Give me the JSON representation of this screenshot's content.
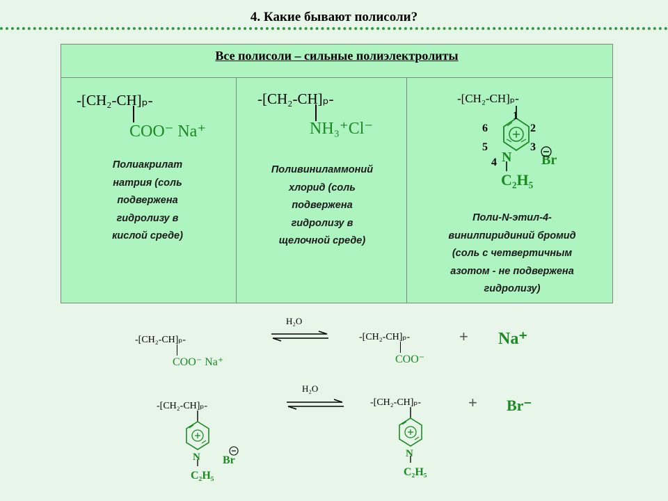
{
  "title": "4. Какие бывают полисоли?",
  "table": {
    "header": "Все  полисоли – сильные полиэлектролиты",
    "col1": {
      "chain": "-[CH₂-CH]ₚ-",
      "group": "COO⁻ Na⁺",
      "description": [
        "Полиакрилат",
        "натрия (соль",
        "подвержена",
        "гидролизу в",
        "кислой среде)"
      ]
    },
    "col2": {
      "chain": "-[CH₂-CH]ₚ-",
      "group": "NH₃⁺Cl⁻",
      "description": [
        "Поливиниламмоний",
        "хлорид (соль",
        "подвержена",
        "гидролизу в",
        "щелочной среде)"
      ]
    },
    "col3": {
      "chain": "-[CH₂-CH]ₚ-",
      "ring_numbers": [
        "1",
        "2",
        "3",
        "4",
        "5",
        "6"
      ],
      "nitrogen": "N",
      "counterion": "Br",
      "substituent": "C₂H₅",
      "description": [
        "Поли-N-этил-4-",
        "винилпиридиний бромид",
        "(соль с четвертичным",
        "азотом - не подвержена",
        "гидролизу)"
      ]
    }
  },
  "reactions": {
    "water": "H₂O",
    "plus": "+",
    "r1": {
      "left_chain": "-[CH₂-CH]ₚ-",
      "left_group": "COO⁻ Na⁺",
      "right_chain": "-[CH₂-CH]ₚ-",
      "right_group": "COO⁻",
      "ion": "Na⁺"
    },
    "r2": {
      "left_chain": "-[CH₂-CH]ₚ-",
      "nitrogen": "N",
      "counterion": "Br",
      "substituent": "C₂H₅",
      "right_chain": "-[CH₂-CH]ₚ-",
      "ion": "Br⁻"
    }
  },
  "colors": {
    "chem_green": "#1b8a22",
    "table_bg": "#aef4c0",
    "page_bg": "#e8f6ea",
    "rule_green": "#2e9a3f"
  }
}
